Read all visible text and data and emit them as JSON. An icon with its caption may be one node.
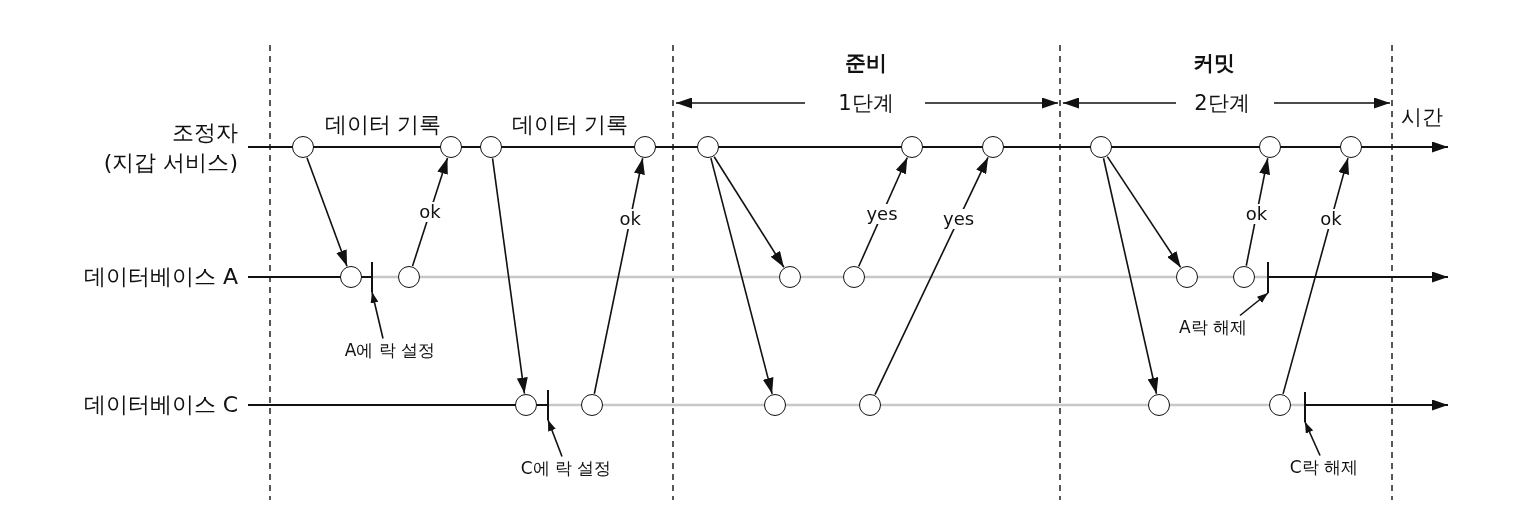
{
  "diagram": {
    "nodes": [
      {
        "text": [],
        "shape": "circle"
      },
      {
        "text": [],
        "shape": "circle"
      },
      {
        "text": [],
        "shape": "circle"
      },
      {
        "text": [],
        "shape": "circle"
      },
      {
        "text": [],
        "shape": "circle"
      },
      {
        "text": [],
        "shape": "circle"
      },
      {
        "text": [],
        "shape": "circle"
      },
      {
        "text": [],
        "shape": "circle"
      },
      {
        "text": [],
        "shape": "circle"
      },
      {
        "text": [],
        "shape": "circle"
      },
      {
        "text": [],
        "shape": "circle"
      },
      {
        "text": [],
        "shape": "circle"
      },
      {
        "text": [],
        "shape": "circle"
      },
      {
        "text": [],
        "shape": "circle"
      },
      {
        "text": [],
        "shape": "circle"
      },
      {
        "text": [],
        "shape": "circle"
      },
      {
        "text": [],
        "shape": "circle"
      },
      {
        "text": [],
        "shape": "circle"
      },
      {
        "text": [],
        "shape": "circle"
      },
      {
        "text": [],
        "shape": "circle"
      },
      {
        "text": [],
        "shape": "circle"
      },
      {
        "text": [],
        "shape": "circle"
      },
      {
        "text": [],
        "shape": "bar"
      },
      {
        "text": [],
        "shape": "bar"
      },
      {
        "text": [],
        "shape": "bar"
      },
      {
        "text": [],
        "shape": "bar"
      },
      {
        "text": [
          "A에 락 설정"
        ]
      },
      {
        "text": [
          "A락 해제"
        ]
      },
      {
        "text": [
          "C에 락 설정"
        ]
      },
      {
        "text": [
          "C락 해제"
        ]
      }
    ],
    "edges": [
      {
        "from": 0,
        "to": 10,
        "arrow": "to"
      },
      {
        "from": 11,
        "to": 1,
        "arrow": "to",
        "label": "ok"
      },
      {
        "from": 2,
        "to": 16,
        "arrow": "to"
      },
      {
        "from": 17,
        "to": 3,
        "arrow": "to",
        "label": "ok"
      },
      {
        "from": 4,
        "to": 12,
        "arrow": "to"
      },
      {
        "from": 4,
        "to": 18,
        "arrow": "to"
      },
      {
        "from": 13,
        "to": 5,
        "arrow": "to",
        "label": "yes"
      },
      {
        "from": 19,
        "to": 6,
        "arrow": "to",
        "label": "yes"
      },
      {
        "from": 7,
        "to": 14,
        "arrow": "to"
      },
      {
        "from": 7,
        "to": 20,
        "arrow": "to"
      },
      {
        "from": 15,
        "to": 8,
        "arrow": "to",
        "label": "ok"
      },
      {
        "from": 21,
        "to": 9,
        "arrow": "to",
        "label": "ok"
      },
      {
        "from": 26,
        "to": 22,
        "arrow": "to"
      },
      {
        "from": 27,
        "to": 23,
        "arrow": "to"
      },
      {
        "from": 28,
        "to": 24,
        "arrow": "to"
      },
      {
        "from": 29,
        "to": 25,
        "arrow": "to"
      }
    ],
    "labels": [
      "준비",
      "1단계",
      "커밋",
      "2단계",
      "시간",
      "조정자 (지갑 서비스)",
      "데이터 기록",
      "데이터 기록",
      "데이터베이스 A",
      "데이터베이스 C"
    ]
  }
}
